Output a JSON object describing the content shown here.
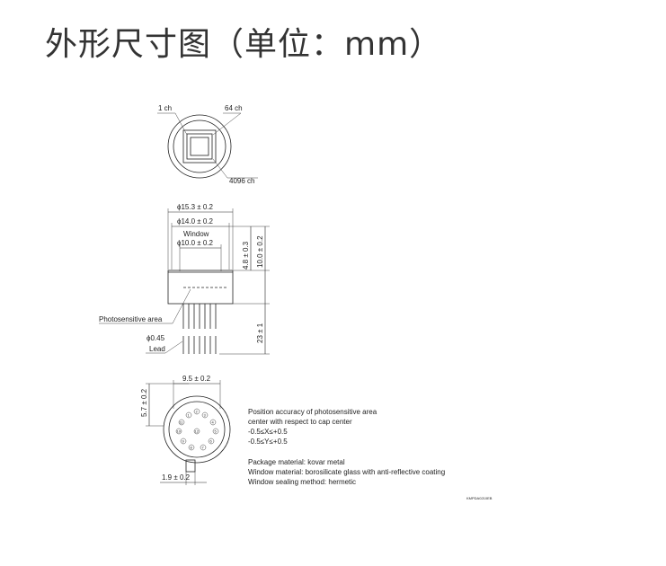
{
  "title": "外形尺寸图（单位：mm）",
  "top_view": {
    "label_1ch": "1 ch",
    "label_64ch": "64 ch",
    "label_4096ch": "4096 ch"
  },
  "side_view": {
    "dim_cap_diameter": "ϕ15.3 ± 0.2",
    "dim_body_diameter": "ϕ14.0 ± 0.2",
    "window_label": "Window",
    "dim_window_diameter": "ϕ10.0 ± 0.2",
    "dim_height_window": "4.8 ± 0.3",
    "dim_height_body": "10.0 ± 0.2",
    "dim_lead_length": "23 ± 1",
    "photosensitive_area_label": "Photosensitive area",
    "lead_diameter": "ϕ0.45",
    "lead_label": "Lead"
  },
  "bottom_view": {
    "dim_pin_circle": "9.5 ± 0.2",
    "dim_tab_offset": "5.7 ± 0.2",
    "dim_tab_width": "1.9 ± 0.2",
    "pin_numbers": [
      "1",
      "2",
      "3",
      "4",
      "5",
      "6",
      "7",
      "8",
      "9",
      "10",
      "11",
      "12"
    ]
  },
  "notes": {
    "line1": "Position accuracy of photosensitive area",
    "line2": "center with respect to cap center",
    "line3": "-0.5≤X≤+0.5",
    "line4": "-0.5≤Y≤+0.5",
    "line5": "Package material: kovar metal",
    "line6": "Window material: borosilicate glass with anti-reflective coating",
    "line7": "Window sealing method: hermetic"
  },
  "drawing_code": "KMPDA0210EB"
}
